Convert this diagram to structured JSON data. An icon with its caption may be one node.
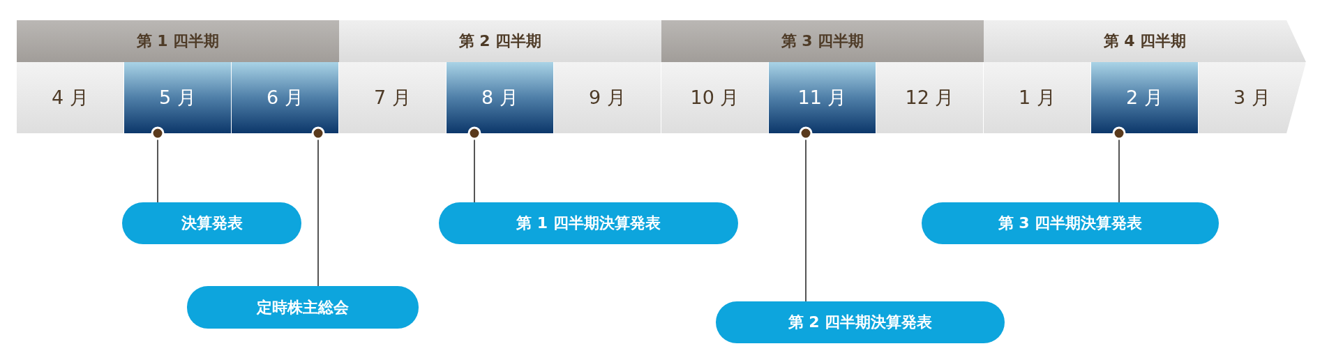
{
  "diagram": {
    "nodes": [
      {
        "text": [
          "第 1 四半期"
        ]
      },
      {
        "text": [
          "第 2 四半期"
        ]
      },
      {
        "text": [
          "第 3 四半期"
        ]
      },
      {
        "text": [
          "第 4 四半期"
        ]
      },
      {
        "text": [
          "4 月"
        ]
      },
      {
        "text": [
          "5 月"
        ]
      },
      {
        "text": [
          "6 月"
        ]
      },
      {
        "text": [
          "7 月"
        ]
      },
      {
        "text": [
          "8 月"
        ]
      },
      {
        "text": [
          "9 月"
        ]
      },
      {
        "text": [
          "10 月"
        ]
      },
      {
        "text": [
          "11 月"
        ]
      },
      {
        "text": [
          "12 月"
        ]
      },
      {
        "text": [
          "1 月"
        ]
      },
      {
        "text": [
          "2 月"
        ]
      },
      {
        "text": [
          "3 月"
        ]
      },
      {
        "text": [
          "決算発表"
        ]
      },
      {
        "text": [
          "定時株主総会"
        ]
      },
      {
        "text": [
          "第 1 四半期決算発表"
        ]
      },
      {
        "text": [
          "第 2 四半期決算発表"
        ]
      },
      {
        "text": [
          "第 3 四半期決算発表"
        ]
      }
    ],
    "edges": [
      {
        "from": 16,
        "to": 5,
        "arrow": "other"
      },
      {
        "from": 17,
        "to": 6,
        "arrow": "other"
      },
      {
        "from": 18,
        "to": 8,
        "arrow": "other"
      },
      {
        "from": 19,
        "to": 11,
        "arrow": "other"
      },
      {
        "from": 20,
        "to": 14,
        "arrow": "other"
      }
    ]
  }
}
